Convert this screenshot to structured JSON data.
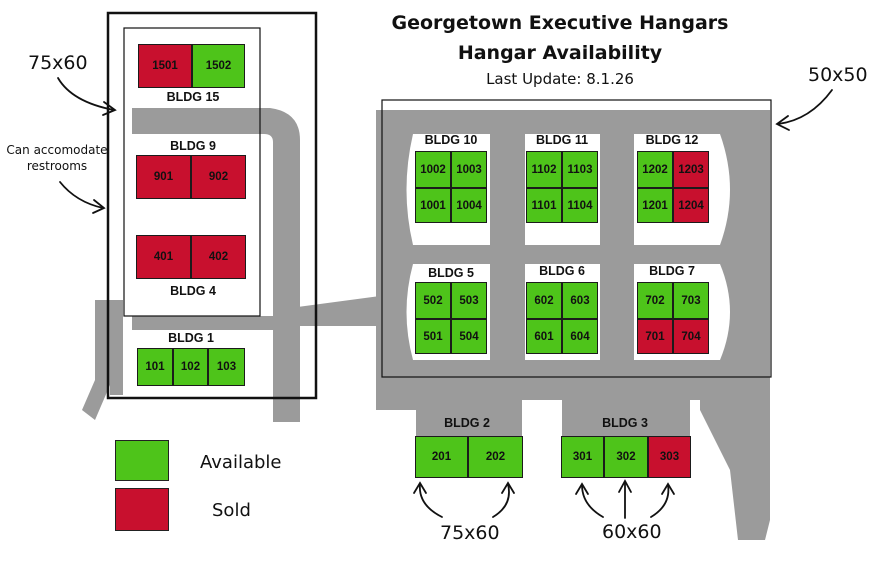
{
  "title_line1": "Georgetown Executive Hangars",
  "title_line2": "Hangar Availability",
  "last_update": "Last Update: 8.1.26",
  "annotations": {
    "size_75x60_top": "75x60",
    "restrooms": "Can accomodate\nrestrooms",
    "size_50x50": "50x50",
    "size_75x60_bottom": "75x60",
    "size_60x60": "60x60"
  },
  "legend": [
    {
      "label": "Available",
      "color": "#4ec41a"
    },
    {
      "label": "Sold",
      "color": "#c8102e"
    }
  ],
  "colors": {
    "available": "#4ec41a",
    "sold": "#c8102e",
    "taxiway": "#9b9b9b"
  },
  "buildings": [
    {
      "id": "bldg15",
      "label": "BLDG 15",
      "units": [
        {
          "num": "1501",
          "status": "sold"
        },
        {
          "num": "1502",
          "status": "available"
        }
      ]
    },
    {
      "id": "bldg9",
      "label": "BLDG 9",
      "units": [
        {
          "num": "901",
          "status": "sold"
        },
        {
          "num": "902",
          "status": "sold"
        }
      ]
    },
    {
      "id": "bldg4",
      "label": "BLDG 4",
      "units": [
        {
          "num": "401",
          "status": "sold"
        },
        {
          "num": "402",
          "status": "sold"
        }
      ]
    },
    {
      "id": "bldg1",
      "label": "BLDG 1",
      "units": [
        {
          "num": "101",
          "status": "available"
        },
        {
          "num": "102",
          "status": "available"
        },
        {
          "num": "103",
          "status": "available"
        }
      ]
    },
    {
      "id": "bldg10",
      "label": "BLDG 10",
      "units": [
        {
          "num": "1002",
          "status": "available"
        },
        {
          "num": "1003",
          "status": "available"
        },
        {
          "num": "1001",
          "status": "available"
        },
        {
          "num": "1004",
          "status": "available"
        }
      ]
    },
    {
      "id": "bldg11",
      "label": "BLDG 11",
      "units": [
        {
          "num": "1102",
          "status": "available"
        },
        {
          "num": "1103",
          "status": "available"
        },
        {
          "num": "1101",
          "status": "available"
        },
        {
          "num": "1104",
          "status": "available"
        }
      ]
    },
    {
      "id": "bldg12",
      "label": "BLDG 12",
      "units": [
        {
          "num": "1202",
          "status": "available"
        },
        {
          "num": "1203",
          "status": "sold"
        },
        {
          "num": "1201",
          "status": "available"
        },
        {
          "num": "1204",
          "status": "sold"
        }
      ]
    },
    {
      "id": "bldg5",
      "label": "BLDG 5",
      "units": [
        {
          "num": "502",
          "status": "available"
        },
        {
          "num": "503",
          "status": "available"
        },
        {
          "num": "501",
          "status": "available"
        },
        {
          "num": "504",
          "status": "available"
        }
      ]
    },
    {
      "id": "bldg6",
      "label": "BLDG 6",
      "units": [
        {
          "num": "602",
          "status": "available"
        },
        {
          "num": "603",
          "status": "available"
        },
        {
          "num": "601",
          "status": "available"
        },
        {
          "num": "604",
          "status": "available"
        }
      ]
    },
    {
      "id": "bldg7",
      "label": "BLDG 7",
      "units": [
        {
          "num": "702",
          "status": "available"
        },
        {
          "num": "703",
          "status": "available"
        },
        {
          "num": "701",
          "status": "sold"
        },
        {
          "num": "704",
          "status": "sold"
        }
      ]
    },
    {
      "id": "bldg2",
      "label": "BLDG 2",
      "units": [
        {
          "num": "201",
          "status": "available"
        },
        {
          "num": "202",
          "status": "available"
        }
      ]
    },
    {
      "id": "bldg3",
      "label": "BLDG 3",
      "units": [
        {
          "num": "301",
          "status": "available"
        },
        {
          "num": "302",
          "status": "available"
        },
        {
          "num": "303",
          "status": "sold"
        }
      ]
    }
  ]
}
